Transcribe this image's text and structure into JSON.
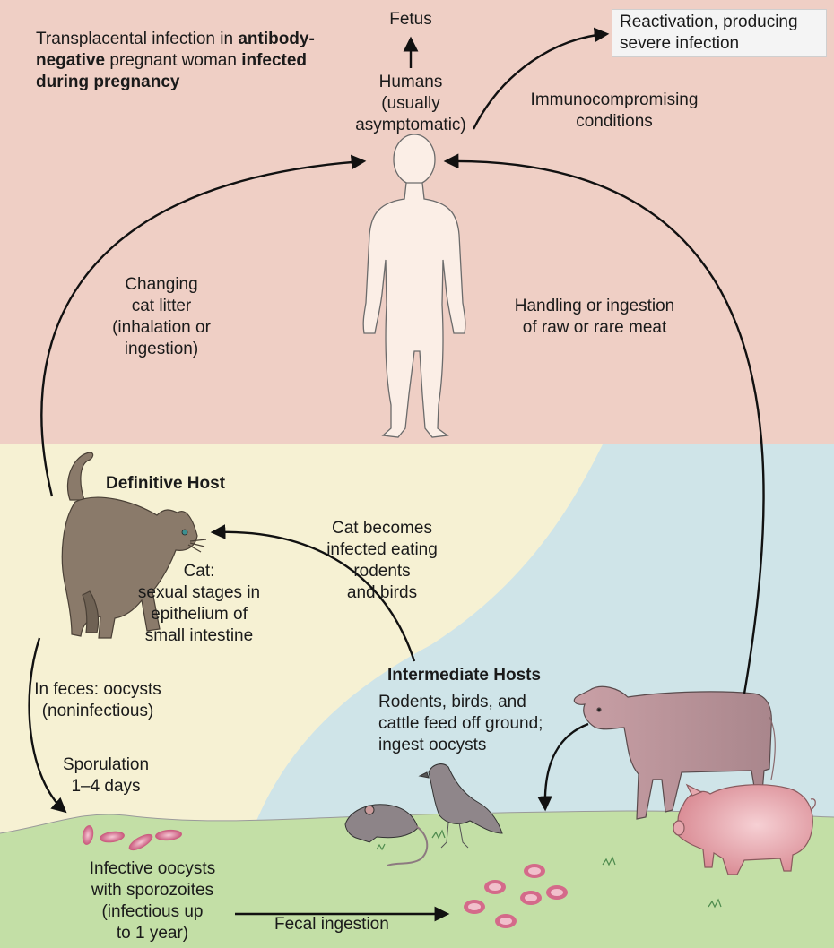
{
  "top": {
    "fetus": "Fetus",
    "humans_1": "Humans",
    "humans_2": "(usually",
    "humans_3": "asymptomatic)",
    "transplacental": {
      "line1_a": "Transplacental infection in ",
      "line1_b": "antibody-",
      "line2_a": "negative",
      "line2_b": " pregnant woman ",
      "line2_c": "infected",
      "line3": "during pregnancy"
    },
    "reactivation_1": "Reactivation, producing",
    "reactivation_2": "severe infection",
    "immuno_1": "Immunocompromising",
    "immuno_2": "conditions"
  },
  "routes": {
    "cat_litter": [
      "Changing",
      "cat litter",
      "(inhalation or",
      "ingestion)"
    ],
    "meat": [
      "Handling or ingestion",
      "of raw or rare meat"
    ],
    "cat_infected": [
      "Cat becomes",
      "infected eating",
      "rodents",
      "and birds"
    ],
    "fecal": "Fecal ingestion"
  },
  "definitive": {
    "title": "Definitive Host",
    "desc": [
      "Cat:",
      "sexual stages in",
      "epithelium of",
      "small intestine"
    ]
  },
  "feces": [
    "In feces: oocysts",
    "(noninfectious)"
  ],
  "sporulation": [
    "Sporulation",
    "1–4 days"
  ],
  "infective": [
    "Infective oocysts",
    "with sporozoites",
    "(infectious up",
    "to 1 year)"
  ],
  "intermediate": {
    "title": "Intermediate Hosts",
    "desc": [
      "Rodents, birds, and",
      "cattle feed off ground;",
      "ingest oocysts"
    ]
  },
  "colors": {
    "top_bg": "#efcfc5",
    "cream_bg": "#f6f1d3",
    "blue_bg": "#cfe4e8",
    "ground": "#c3dfa6",
    "human": "#fbeee6",
    "cat": "#8a7a6a",
    "oocyst": "#d46a8a"
  }
}
